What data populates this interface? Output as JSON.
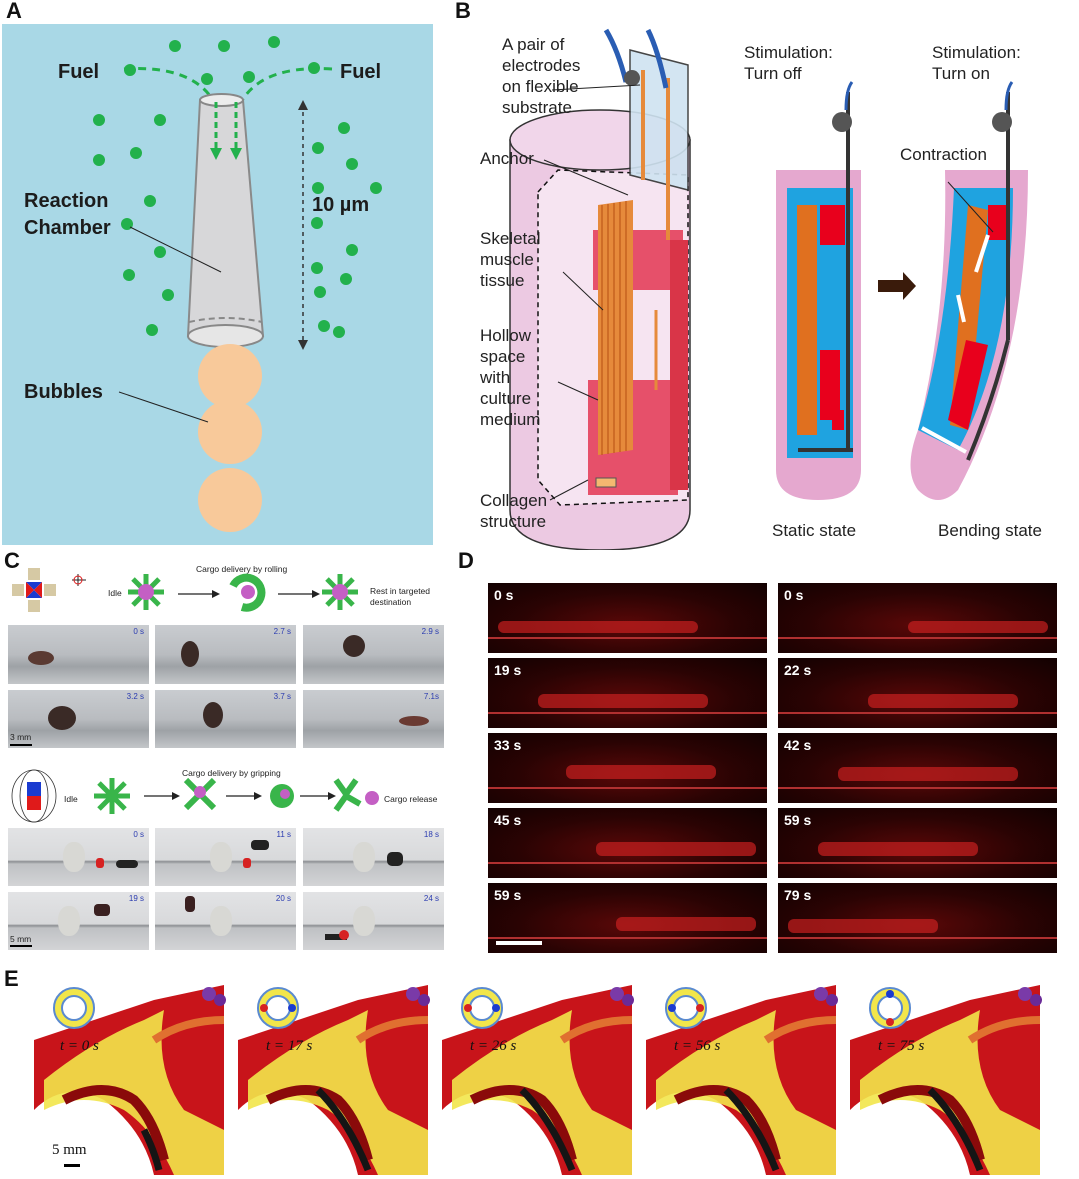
{
  "panels": {
    "A": {
      "label": "A",
      "fuel_left": "Fuel",
      "fuel_right": "Fuel",
      "reaction_chamber": "Reaction\nChamber",
      "scale": "10 µm",
      "bubbles": "Bubbles"
    },
    "B": {
      "label": "B",
      "electrodes": "A pair of\nelectrodes\non flexible\nsubstrate",
      "anchor": "Anchor",
      "muscle": "Skeletal\nmuscle\ntissue",
      "hollow": "Hollow\nspace\nwith\nculture\nmedium",
      "collagen": "Collagen\nstructure",
      "stim_off": "Stimulation:\nTurn off",
      "stim_on": "Stimulation:\nTurn on",
      "contraction": "Contraction",
      "static": "Static state",
      "bending": "Bending state"
    },
    "C": {
      "label": "C",
      "top": {
        "idle": "Idle",
        "process": "Cargo delivery by rolling",
        "final": "Rest in targeted\ndestination",
        "times": [
          "0 s",
          "2.7 s",
          "2.9 s",
          "3.2 s",
          "3.7 s",
          "7.1s"
        ],
        "scale": "3 mm"
      },
      "bottom": {
        "idle": "Idle",
        "process": "Cargo delivery by gripping",
        "final": "Cargo release",
        "times": [
          "0 s",
          "11 s",
          "18 s",
          "19 s",
          "20 s",
          "24 s"
        ],
        "scale": "5 mm"
      }
    },
    "D": {
      "label": "D",
      "left_times": [
        "0 s",
        "19 s",
        "33 s",
        "45 s",
        "59 s"
      ],
      "right_times": [
        "0 s",
        "22 s",
        "42 s",
        "59 s",
        "79 s"
      ]
    },
    "E": {
      "label": "E",
      "times": [
        "t = 0 s",
        "t = 17 s",
        "t = 26 s",
        "t = 56 s",
        "t = 75 s"
      ],
      "scale": "5 mm"
    }
  },
  "colors": {
    "panelA_bg": "#a9d8e6",
    "fuel_dot": "#22b14c",
    "bubble": "#f8c99a",
    "muscle": "#e0701f",
    "medium": "#1fa3e0",
    "collagen": "#e5a8cf",
    "red_block": "#e8001c",
    "vessel_red": "#c8141a",
    "vessel_yellow": "#f2e64a"
  }
}
